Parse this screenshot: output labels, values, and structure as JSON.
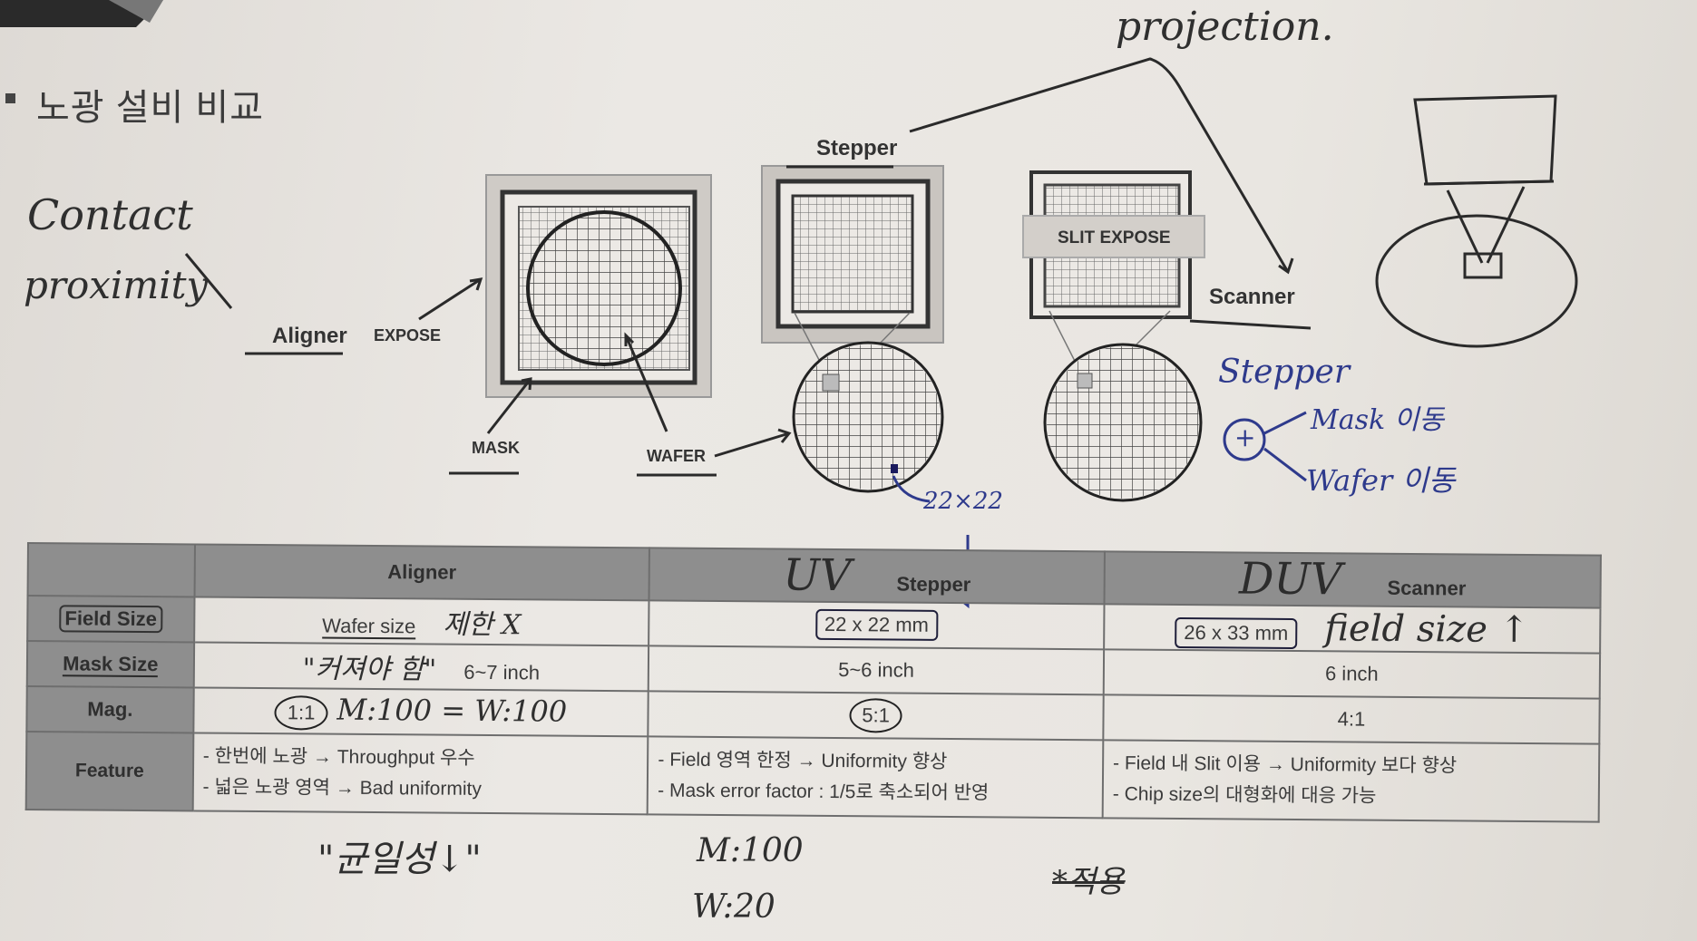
{
  "title": "노광 설비 비교",
  "diagram": {
    "stepper_label": "Stepper",
    "scanner_label": "Scanner",
    "aligner_label": "Aligner",
    "expose_label": "EXPOSE",
    "mask_label": "MASK",
    "wafer_label": "WAFER",
    "slit_expose_label": "SLIT EXPOSE"
  },
  "handwriting": {
    "projection": "projection.",
    "contact": "Contact",
    "proximity": "proximity",
    "field_22": "22×22",
    "stepper_note": "Stepper",
    "plus": "+",
    "mask_move": "Mask 이동",
    "wafer_move": "Wafer 이동",
    "uv": "UV",
    "duv": "DUV",
    "limit": "제한 X",
    "should_grow": "\"커져야 함\"",
    "ratio": "M:100 = W:100",
    "field_size_up": "field size ↑",
    "uniformity_down": "\"균일성↓\"",
    "m100": "M:100",
    "w20": "W:20",
    "crossed": "*적용"
  },
  "table": {
    "headers": [
      "",
      "Aligner",
      "Stepper",
      "Scanner"
    ],
    "rows": [
      {
        "head": "Field Size",
        "aligner": "Wafer size",
        "stepper": "22 x 22 mm",
        "scanner": "26 x 33 mm"
      },
      {
        "head": "Mask Size",
        "aligner": "6~7 inch",
        "stepper": "5~6 inch",
        "scanner": "6 inch"
      },
      {
        "head": "Mag.",
        "aligner": "1:1",
        "stepper": "5:1",
        "scanner": "4:1"
      }
    ],
    "feature": {
      "head": "Feature",
      "aligner": [
        "- 한번에 노광 → Throughput 우수",
        "- 넓은 노광 영역 → Bad uniformity"
      ],
      "stepper": [
        "- Field 영역 한정 → Uniformity 향상",
        "- Mask error factor : 1/5로 축소되어 반영"
      ],
      "scanner": [
        "- Field 내 Slit 이용 → Uniformity 보다 향상",
        "- Chip size의 대형화에 대응 가능"
      ]
    }
  }
}
